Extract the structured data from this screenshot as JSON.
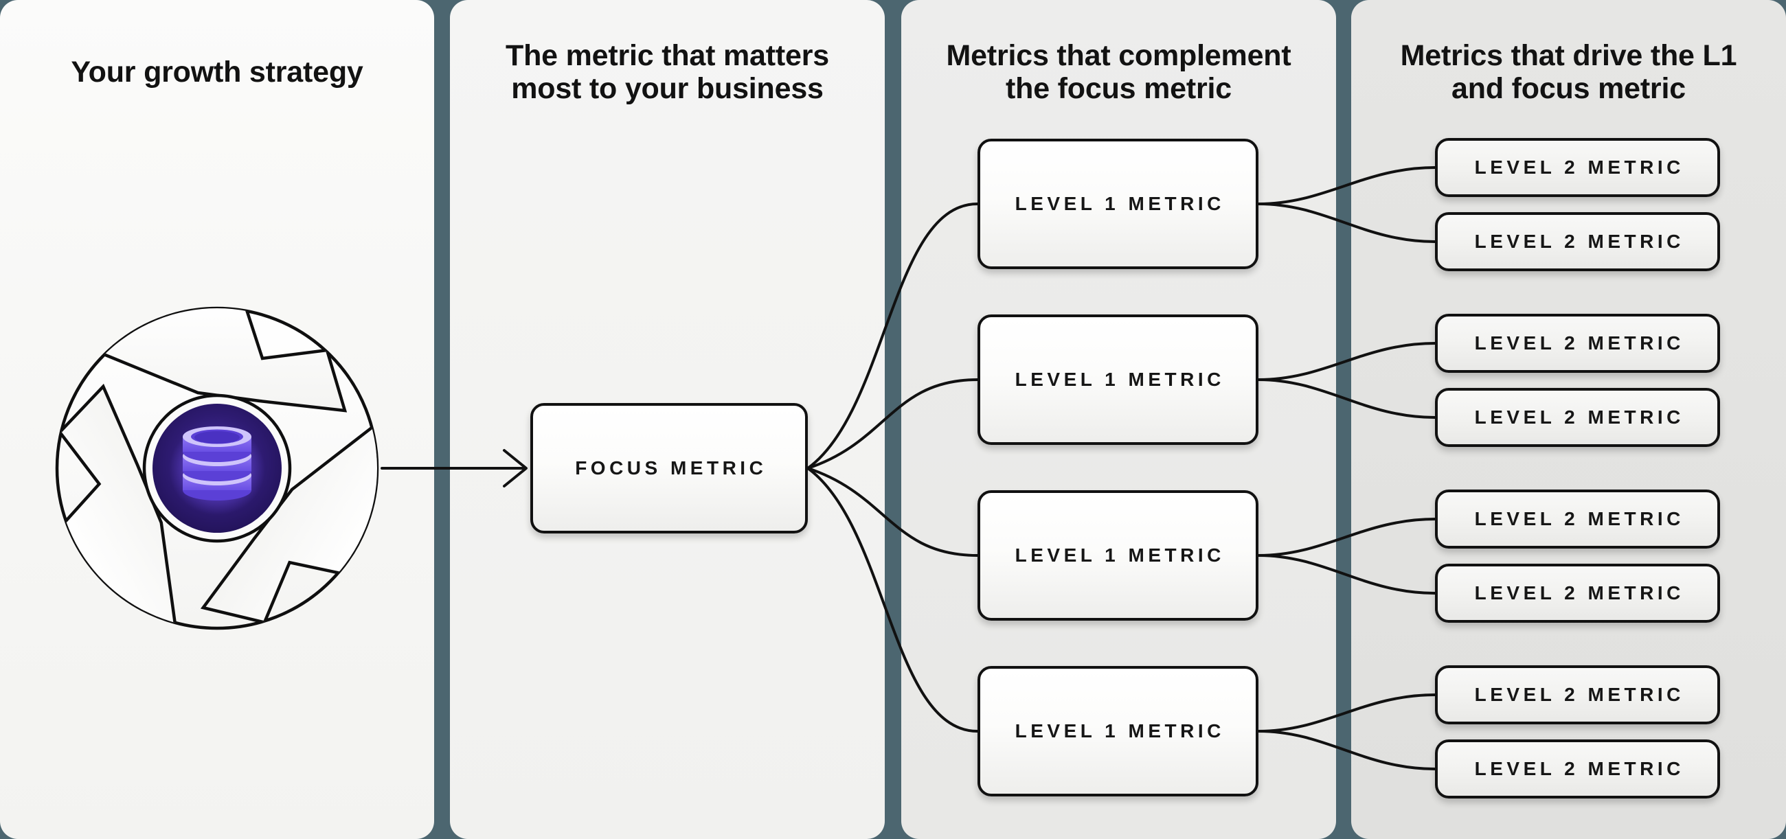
{
  "colors": {
    "page_background": "#4c6670",
    "panel_light": "#f6f6f4",
    "panel_gray": "#e2e2e0",
    "line_and_border": "#111111",
    "icon_disc_dark_purple": "#241358",
    "icon_db_light": "#cfc4fb",
    "icon_db_mid": "#8d74f2",
    "icon_db_dark": "#5b40d6"
  },
  "icon": {
    "name": "growth-strategy-loop-database-icon"
  },
  "columns": [
    {
      "title": "Your growth strategy"
    },
    {
      "title": "The metric that matters\nmost to your business",
      "box_label": "FOCUS METRIC"
    },
    {
      "title": "Metrics that complement\nthe focus metric",
      "boxes": [
        "LEVEL 1 METRIC",
        "LEVEL 1 METRIC",
        "LEVEL 1 METRIC",
        "LEVEL 1 METRIC"
      ]
    },
    {
      "title": "Metrics that drive the L1\nand focus metric",
      "boxes": [
        "LEVEL 2 METRIC",
        "LEVEL 2 METRIC",
        "LEVEL 2 METRIC",
        "LEVEL 2 METRIC",
        "LEVEL 2 METRIC",
        "LEVEL 2 METRIC",
        "LEVEL 2 METRIC",
        "LEVEL 2 METRIC"
      ]
    }
  ]
}
